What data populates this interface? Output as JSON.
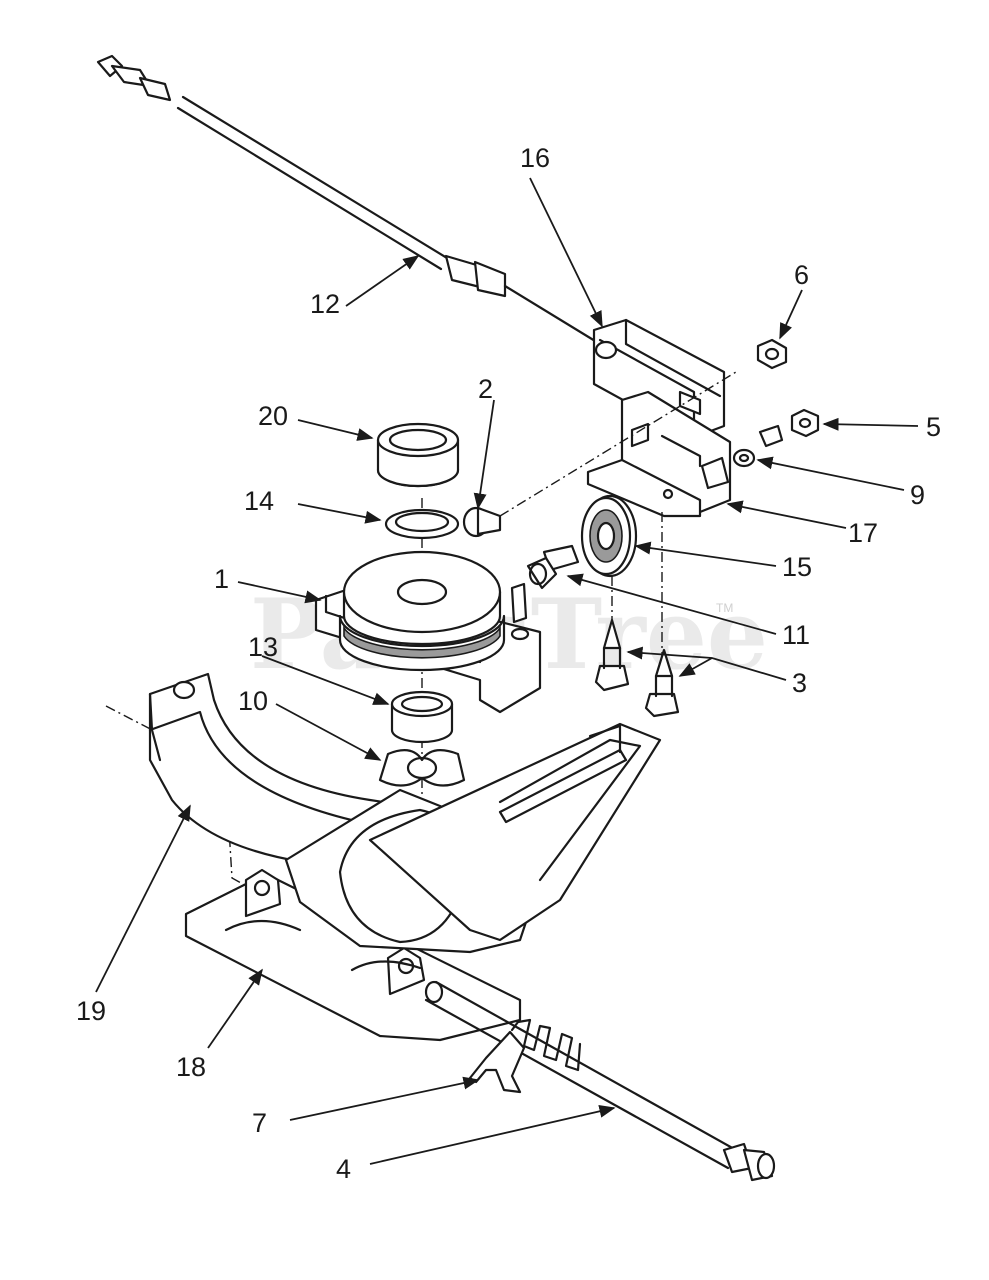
{
  "watermark": {
    "text": "PartsTree",
    "trademark": "TM"
  },
  "callouts": {
    "c1": "1",
    "c2": "2",
    "c3": "3",
    "c4": "4",
    "c5": "5",
    "c6": "6",
    "c7": "7",
    "c9": "9",
    "c10": "10",
    "c11": "11",
    "c12": "12",
    "c13": "13",
    "c14": "14",
    "c15": "15",
    "c16": "16",
    "c17": "17",
    "c18": "18",
    "c19": "19",
    "c20": "20"
  },
  "colors": {
    "ink": "#1a1a1a",
    "background": "#ffffff",
    "watermark": "#d9d9d9"
  }
}
